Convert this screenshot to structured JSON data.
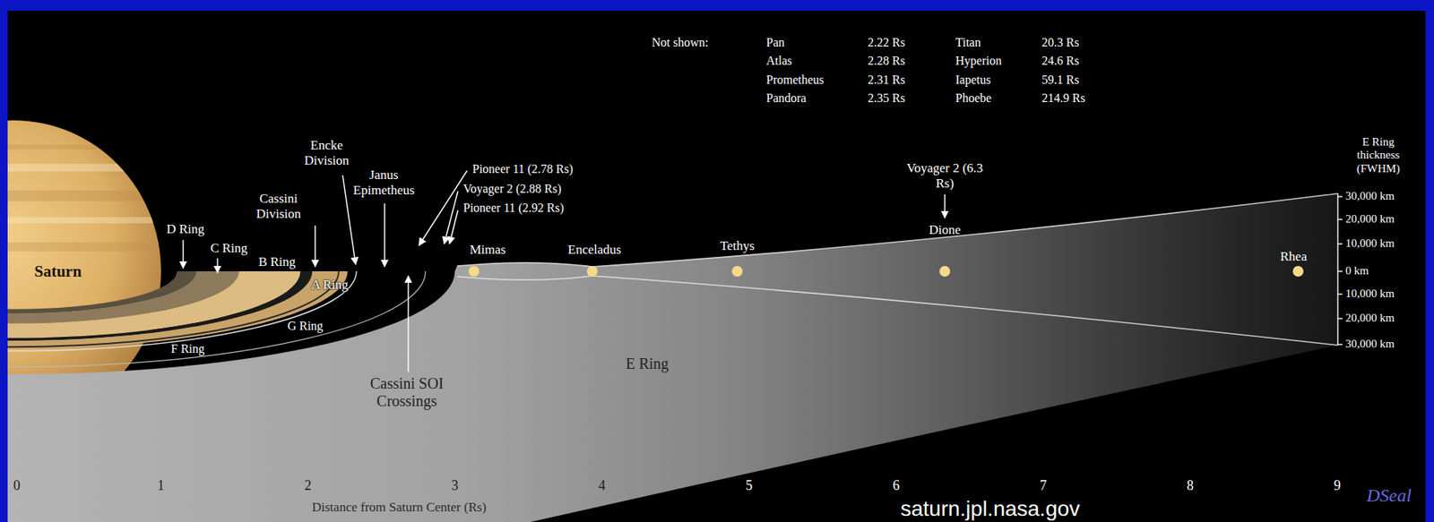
{
  "diagram": {
    "labels": [
      "Not shown:",
      "Pan",
      "2.22 Rs",
      "Atlas",
      "2.28 Rs",
      "Prometheus",
      "2.31 Rs",
      "Pandora",
      "2.35 Rs",
      "Titan",
      "20.3 Rs",
      "Hyperion",
      "24.6 Rs",
      "Iapetus",
      "59.1 Rs",
      "Phoebe",
      "214.9 Rs",
      "E Ring thickness (FWHM)",
      "30,000 km",
      "20,000 km",
      "10,000 km",
      "0 km",
      "10,000 km",
      "20,000 km",
      "30,000 km",
      "Saturn",
      "D Ring",
      "C Ring",
      "B Ring",
      "A Ring",
      "F Ring",
      "G Ring",
      "Cassini Division",
      "Encke Division",
      "Janus Epimetheus",
      "Pioneer 11 (2.78 Rs)",
      "Voyager 2 (2.88 Rs)",
      "Pioneer 11 (2.92 Rs)",
      "Cassini SOI Crossings",
      "Mimas",
      "Enceladus",
      "Tethys",
      "Dione",
      "Rhea",
      "Voyager 2 (6.3 Rs)",
      "E Ring",
      "0",
      "1",
      "2",
      "3",
      "4",
      "5",
      "6",
      "7",
      "8",
      "9",
      "Distance from Saturn Center (Rs)",
      "saturn.jpl.nasa.gov",
      "DSeal"
    ]
  }
}
